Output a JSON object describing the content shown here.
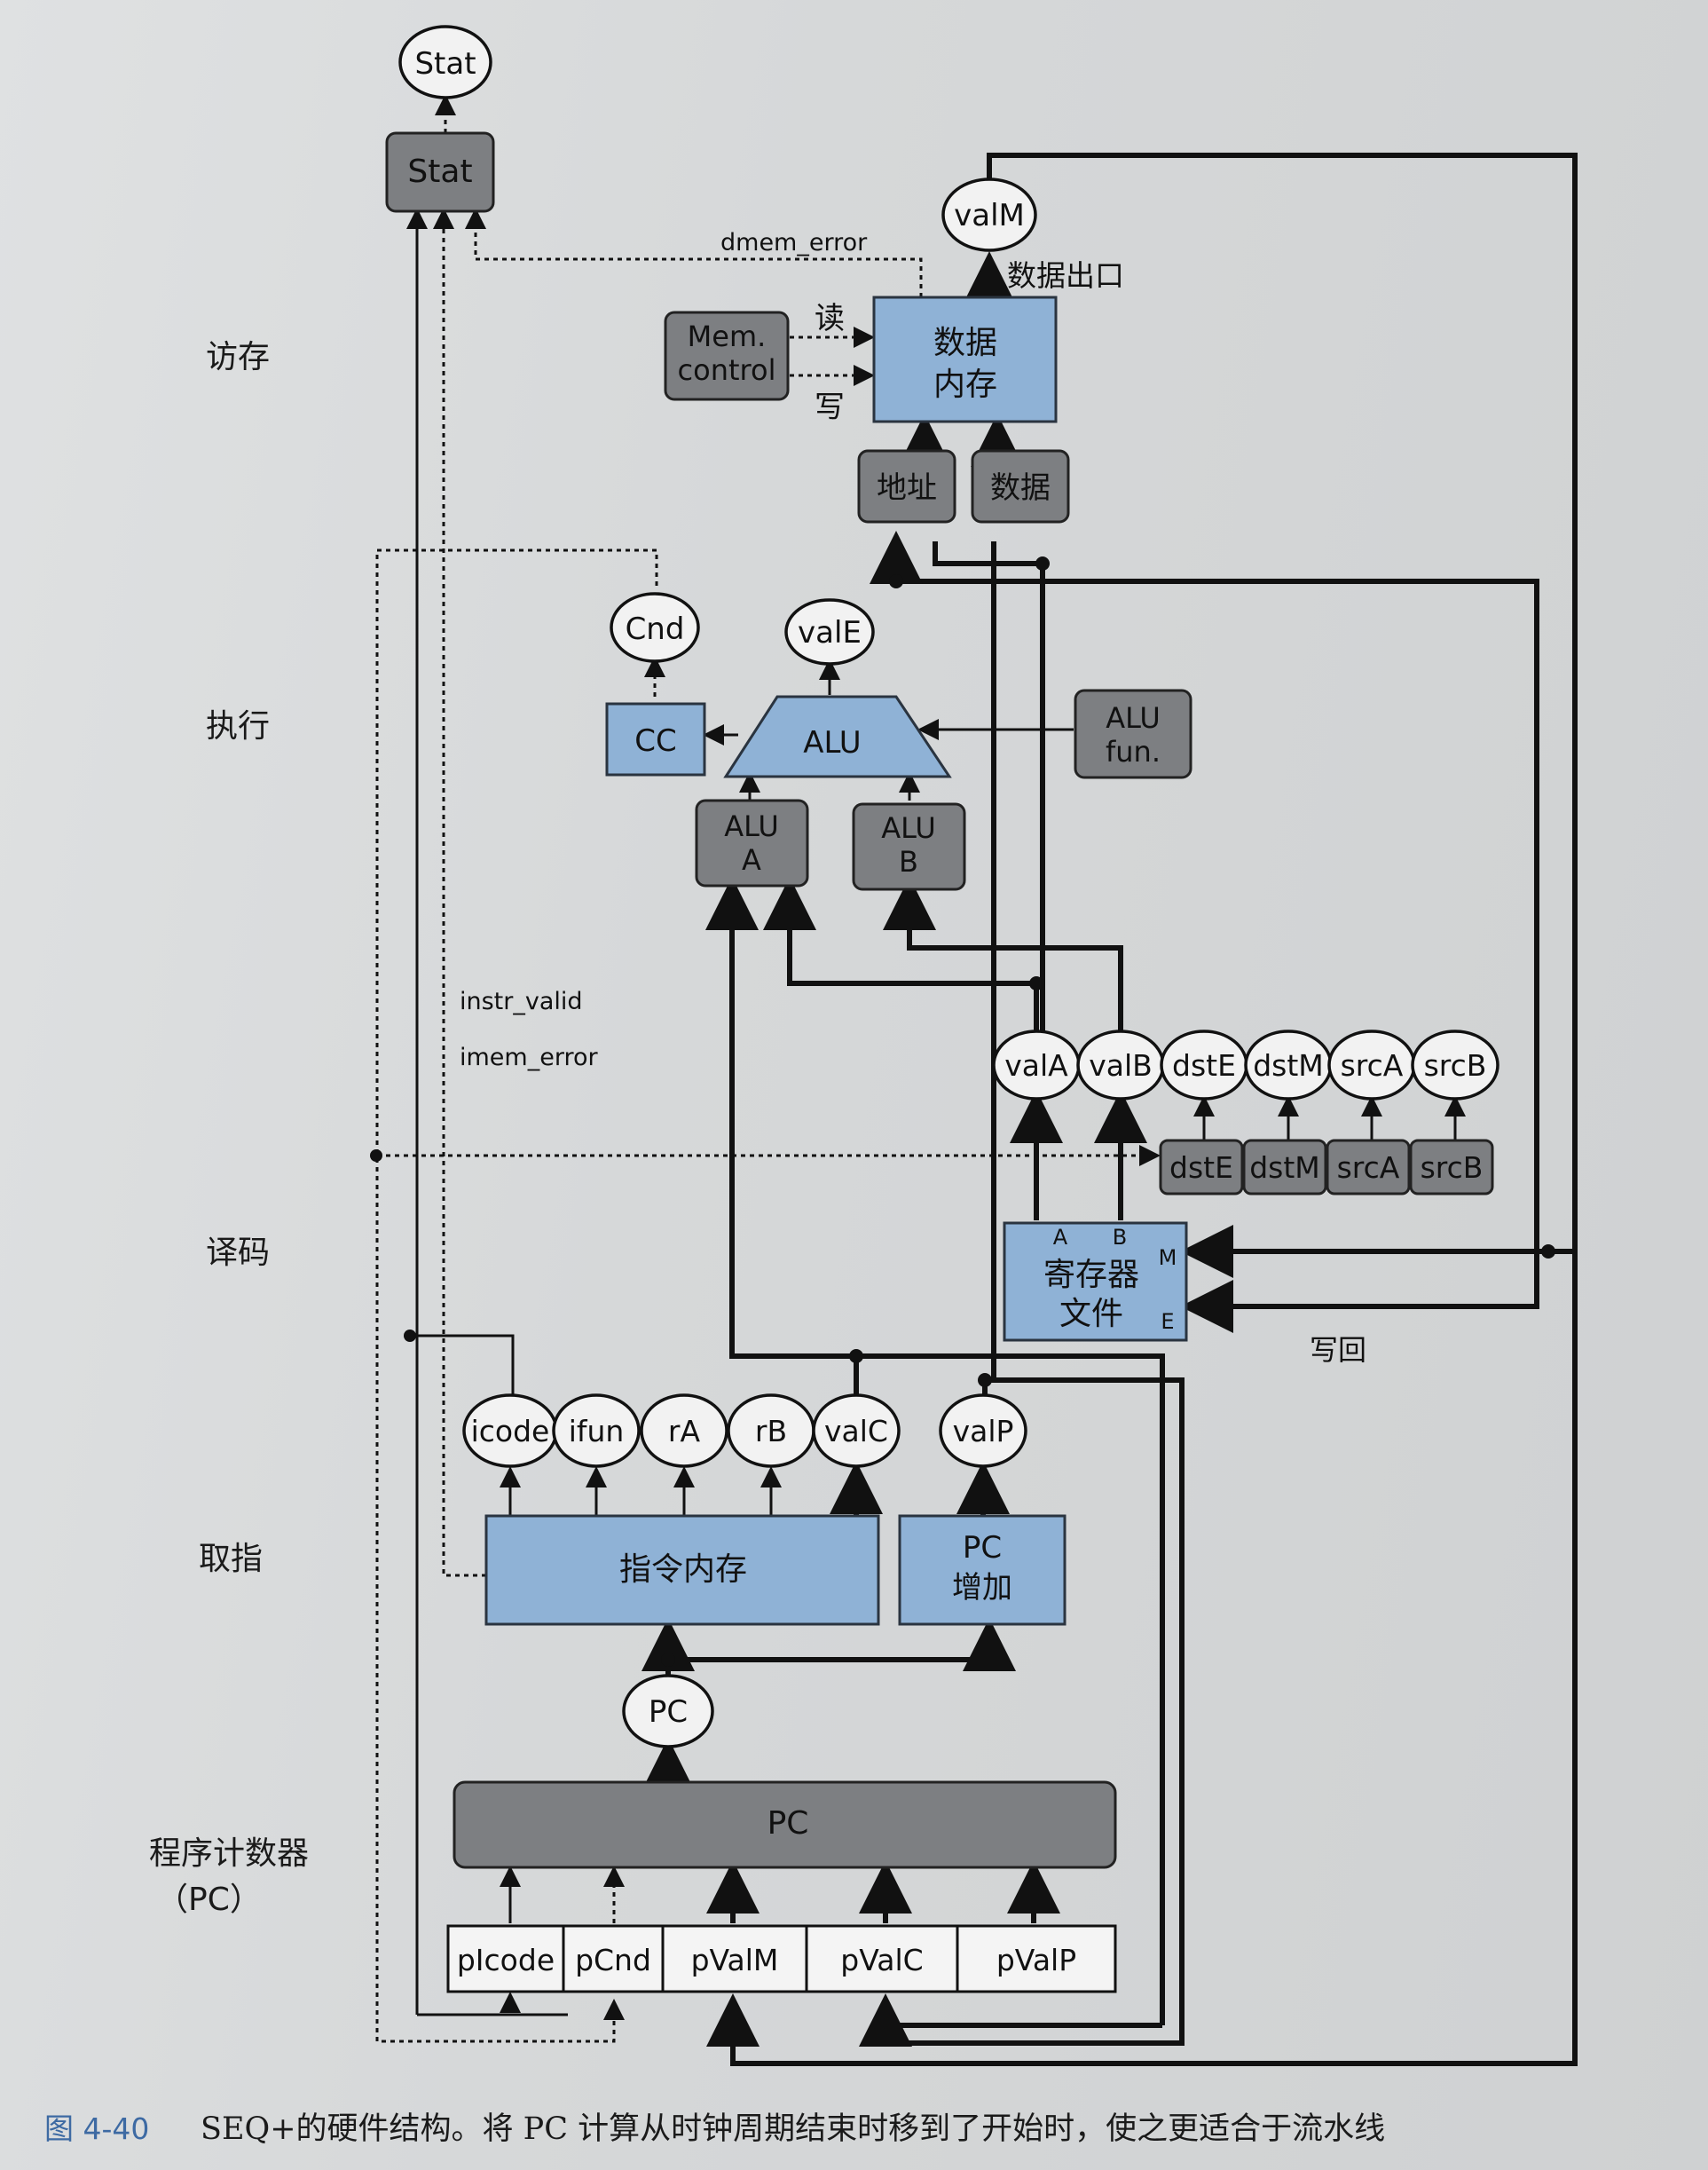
{
  "stages": {
    "memory": "访存",
    "execute": "执行",
    "decode": "译码",
    "fetch": "取指",
    "pc_stage": "程序计数器",
    "pc_stage_sub": "（PC）"
  },
  "blocks": {
    "stat_out": "Stat",
    "stat_reg": "Stat",
    "valM": "valM",
    "data_out": "数据出口",
    "dmem_error": "dmem_error",
    "mem_control_1": "Mem.",
    "mem_control_2": "control",
    "read": "读",
    "write": "写",
    "data_mem_1": "数据",
    "data_mem_2": "内存",
    "addr": "地址",
    "data": "数据",
    "cnd": "Cnd",
    "valE": "valE",
    "cc": "CC",
    "alu": "ALU",
    "alu_fun_1": "ALU",
    "alu_fun_2": "fun.",
    "alu_a_1": "ALU",
    "alu_a_2": "A",
    "alu_b_1": "ALU",
    "alu_b_2": "B",
    "instr_valid": "instr_valid",
    "imem_error": "imem_error",
    "reg_valA": "valA",
    "reg_valB": "valB",
    "reg_dstE": "dstE",
    "reg_dstM": "dstM",
    "reg_srcA": "srcA",
    "reg_srcB": "srcB",
    "box_dstE": "dstE",
    "box_dstM": "dstM",
    "box_srcA": "srcA",
    "box_srcB": "srcB",
    "port_a": "A",
    "port_b": "B",
    "port_m": "M",
    "port_e": "E",
    "regfile_1": "寄存器",
    "regfile_2": "文件",
    "writeback": "写回",
    "icode": "icode",
    "ifun": "ifun",
    "rA": "rA",
    "rB": "rB",
    "valC": "valC",
    "valP": "valP",
    "instr_mem": "指令内存",
    "pc_inc_1": "PC",
    "pc_inc_2": "增加",
    "pc_oval": "PC",
    "pc_reg": "PC",
    "picode": "pIcode",
    "pcnd": "pCnd",
    "pvalm": "pValM",
    "pvalc": "pValC",
    "pvalp": "pValP"
  },
  "caption": {
    "number": "图 4-40",
    "text": "SEQ+的硬件结构。将 PC 计算从时钟周期结束时移到了开始时，使之更适合于流水线"
  },
  "colors": {
    "blue_block": "#8fb2d6",
    "gray_block": "#7d7f82",
    "caption_number": "#3d6aa3"
  }
}
